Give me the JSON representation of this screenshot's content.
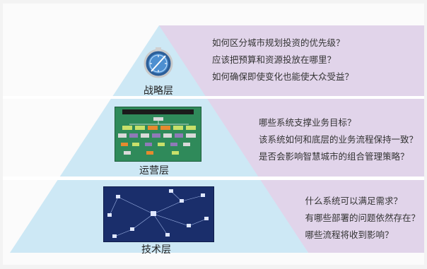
{
  "layers": [
    {
      "name": "战略层",
      "icon": "compass-icon",
      "questions": [
        "如何区分城市规划投资的优先级？",
        "应该把预算和资源投放在哪里？",
        "如何确保即使变化也能使大众受益？"
      ]
    },
    {
      "name": "运营层",
      "icon": "org-chart-thumbnail",
      "questions": [
        "哪些系统支撑业务目标？",
        "该系统如何和底层的业务流程保持一致？",
        "是否会影响智慧城市的组合管理策略？"
      ]
    },
    {
      "name": "技术层",
      "icon": "network-diagram-thumbnail",
      "questions": [
        "什么系统可以满足需求？",
        "有哪些部署的问题依然存在？",
        "哪些流程将收到影响？"
      ]
    }
  ],
  "colors": {
    "pyramid": "#cde8f5",
    "band": "#e1d4ea",
    "separator": "#ffffff",
    "background": "#f3f3f3"
  }
}
